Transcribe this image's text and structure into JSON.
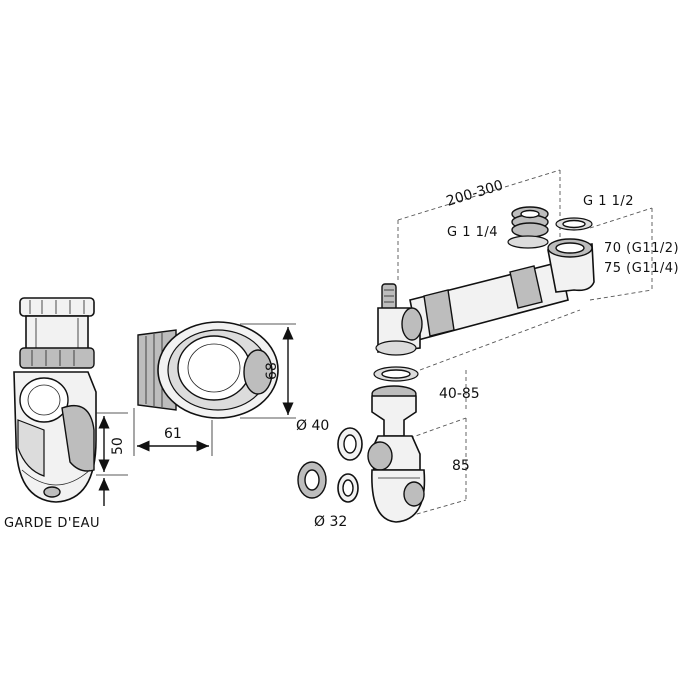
{
  "labels": {
    "garde_d_eau": "GARDE D'EAU",
    "dim_50": "50",
    "dim_61": "61",
    "dim_68": "68",
    "dim_200_300": "200-300",
    "g_1_1_2": "G 1 1/2",
    "g_1_1_4": "G 1 1/4",
    "dim_70": "70 (G11/2)",
    "dim_75": "75 (G11/4)",
    "dim_40_85": "40-85",
    "dim_85": "85",
    "phi_40": "Ø 40",
    "phi_32": "Ø 32"
  }
}
